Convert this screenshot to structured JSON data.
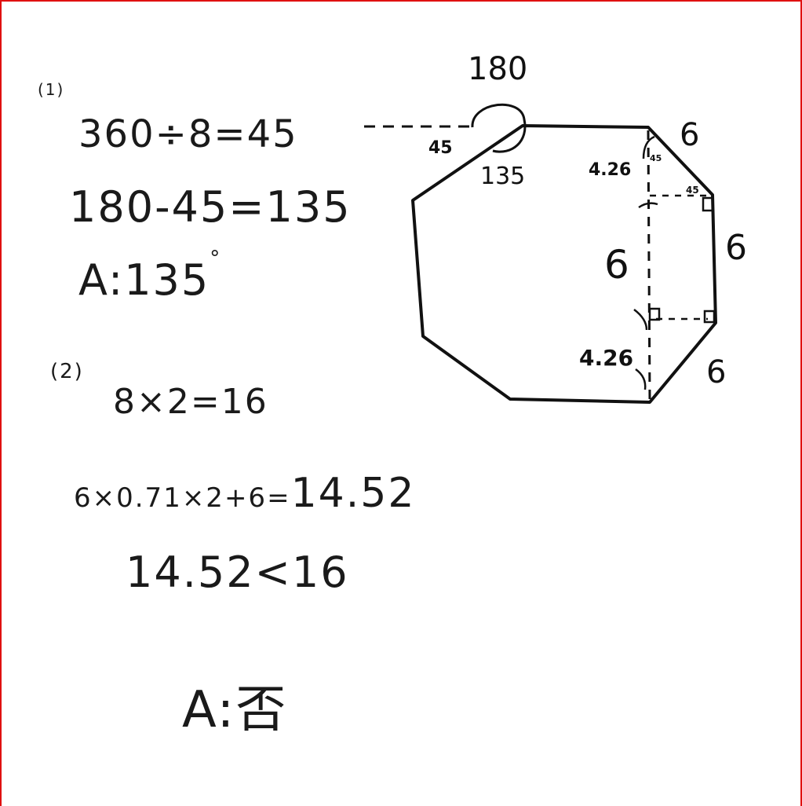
{
  "part1": {
    "label": "(1)",
    "line1": "360÷8=45",
    "line2": "180-45=135",
    "answer_prefix": "A:",
    "answer_value": "135",
    "answer_unit": "°"
  },
  "part2": {
    "label": "(2)",
    "line1": "8×2=16",
    "line2_lhs": "6×0.71×2+6=",
    "line2_rhs": "14.52",
    "line3": "14.52<16",
    "answer_prefix": "A:",
    "answer_value": "否"
  },
  "figure": {
    "angle_exterior": "180",
    "angle_45": "45",
    "angle_interior": "135",
    "side_top_right": "6",
    "side_right": "6",
    "side_bottom_right": "6",
    "inner_vertical": "6",
    "segment_upper": "4.26",
    "segment_lower": "4.26",
    "small_angle_45_a": "45",
    "small_angle_45_b": "45"
  }
}
